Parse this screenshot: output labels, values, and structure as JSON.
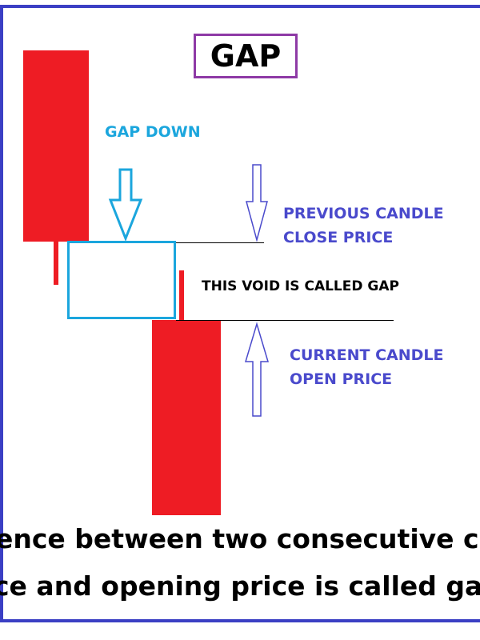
{
  "title": "GAP",
  "labels": {
    "gap_down": "GAP DOWN",
    "previous_close": [
      "PREVIOUS CANDLE",
      "CLOSE PRICE"
    ],
    "void": "THIS VOID IS CALLED GAP",
    "current_open": [
      "CURRENT CANDLE",
      "OPEN PRICE"
    ]
  },
  "caption": [
    "ence between two consecutive ca",
    "ce and opening price is called gap"
  ],
  "colors": {
    "candle": "#ee1c24",
    "gap_box": "#1ba6dd",
    "title_border": "#8e3aa6",
    "label_blue": "#4a4acc",
    "frame": "#3b3fc4"
  }
}
